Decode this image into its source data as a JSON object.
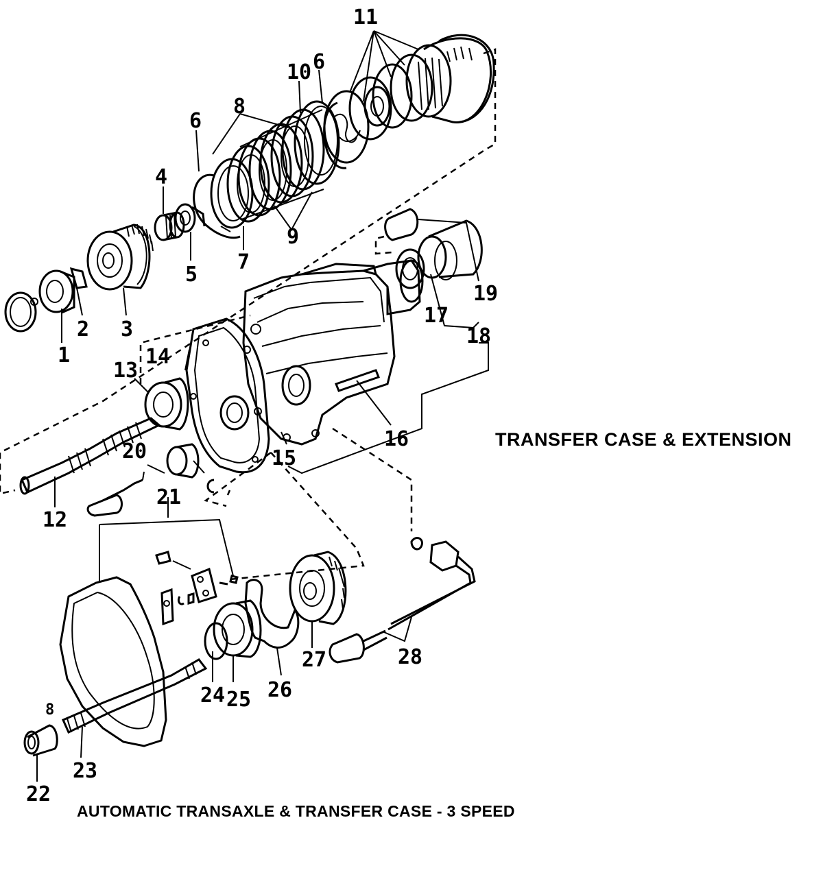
{
  "captions": {
    "transfer_case": "TRANSFER CASE & EXTENSION",
    "automatic": "AUTOMATIC TRANSAXLE & TRANSFER CASE  - 3 SPEED"
  },
  "callouts": [
    "1",
    "2",
    "3",
    "4",
    "5",
    "6",
    "6",
    "7",
    "8",
    "9",
    "10",
    "11",
    "12",
    "13",
    "14",
    "15",
    "16",
    "17",
    "18",
    "19",
    "20",
    "21",
    "22",
    "23",
    "24",
    "25",
    "26",
    "27",
    "28",
    "8"
  ]
}
